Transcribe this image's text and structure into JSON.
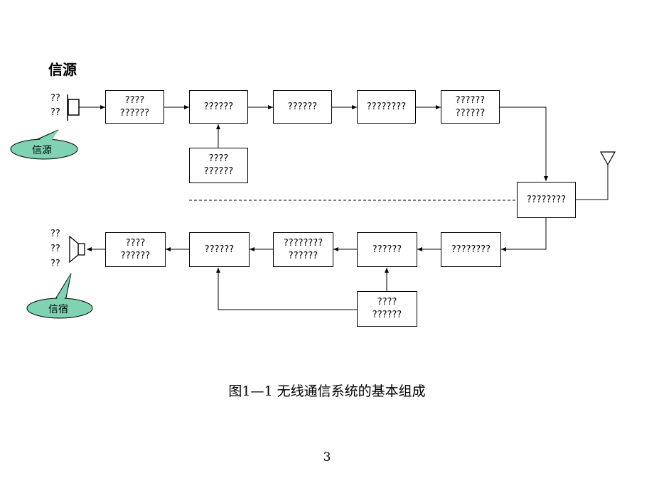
{
  "heading": "信源",
  "source_label": [
    "??",
    "??"
  ],
  "sink_label": [
    "??",
    "??",
    "??"
  ],
  "source_callout": "信源",
  "sink_callout": "信宿",
  "tx_chain": [
    {
      "lines": [
        "????",
        "??????"
      ]
    },
    {
      "lines": [
        "??????"
      ]
    },
    {
      "lines": [
        "??????"
      ]
    },
    {
      "lines": [
        "????????"
      ]
    },
    {
      "lines": [
        "??????",
        "??????"
      ]
    }
  ],
  "tx_aux": {
    "lines": [
      "????",
      "??????"
    ]
  },
  "duplexer": {
    "lines": [
      "????????"
    ]
  },
  "rx_chain": [
    {
      "lines": [
        "????",
        "??????"
      ]
    },
    {
      "lines": [
        "??????"
      ]
    },
    {
      "lines": [
        "????????",
        "??????"
      ]
    },
    {
      "lines": [
        "??????"
      ]
    },
    {
      "lines": [
        "????????"
      ]
    }
  ],
  "rx_aux": {
    "lines": [
      "????",
      "??????"
    ]
  },
  "caption": "图1—1 无线通信系统的基本组成",
  "page_number": "3"
}
